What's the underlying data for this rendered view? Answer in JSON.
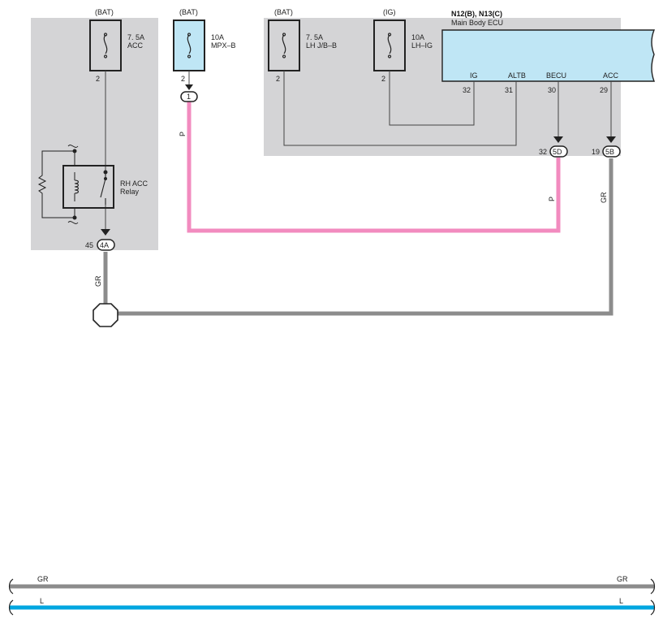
{
  "fuses": {
    "acc": {
      "source": "(BAT)",
      "rating": "7. 5A",
      "name": "ACC",
      "pin": "2"
    },
    "mpxb": {
      "source": "(BAT)",
      "rating": "10A",
      "name": "MPX–B",
      "pin": "2",
      "connector": "1"
    },
    "lhjb": {
      "source": "(BAT)",
      "rating": "7. 5A",
      "name": "LH J/B–B",
      "pin": "2"
    },
    "lhig": {
      "source": "(IG)",
      "rating": "10A",
      "name": "LH–IG",
      "pin": "2"
    }
  },
  "relay": {
    "name_line1": "RH ACC",
    "name_line2": "Relay",
    "pin": "45",
    "connector": "4A"
  },
  "ecu": {
    "code": "N12(B), N13(C)",
    "name": "Main Body ECU",
    "terminals": [
      {
        "label": "IG",
        "pin": "32"
      },
      {
        "label": "ALTB",
        "pin": "31"
      },
      {
        "label": "BECU",
        "pin": "30"
      },
      {
        "label": "ACC",
        "pin": "29"
      }
    ],
    "conn_becu": {
      "pin": "32",
      "connector": "5D"
    },
    "conn_acc": {
      "pin": "19",
      "connector": "5B"
    }
  },
  "wires": {
    "p_left": "P",
    "p_right": "P",
    "gr_right": "GR",
    "gr_left": "GR"
  },
  "bottom_wires": [
    {
      "label_left": "GR",
      "label_right": "GR",
      "color": "#8c8c8c"
    },
    {
      "label_left": "L",
      "label_right": "L",
      "color": "#00a6e0"
    }
  ],
  "colors": {
    "panel": "#d4d4d6",
    "fuse_highlight": "#bfe6f5",
    "ecu_fill": "#bfe6f5",
    "wire_p": "#f28bbf",
    "wire_gr": "#8c8c8c",
    "wire_l": "#00a6e0"
  }
}
